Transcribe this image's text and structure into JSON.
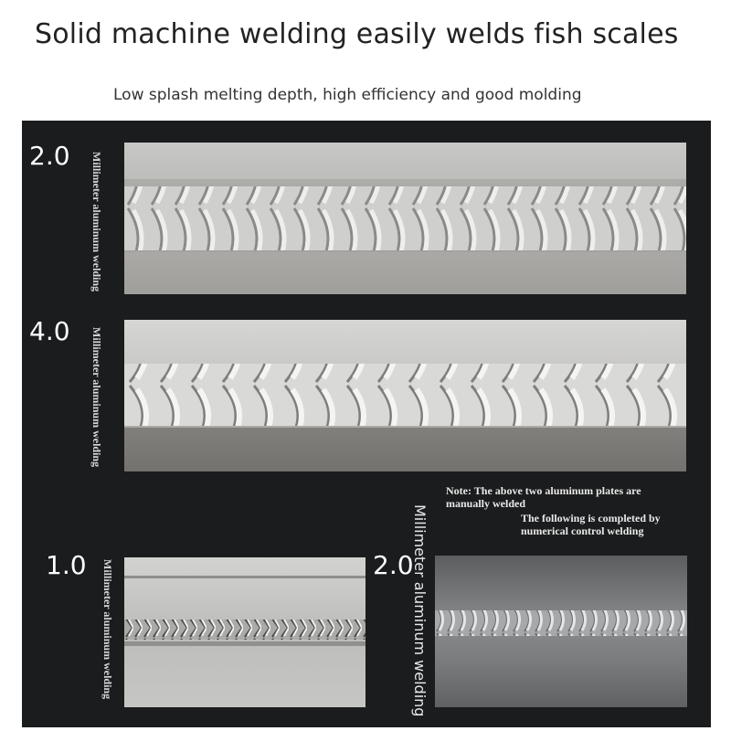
{
  "header": {
    "title": "Solid machine welding easily welds fish scales",
    "subtitle": "Low splash melting depth, high efficiency and good molding"
  },
  "samples": [
    {
      "thickness": "2.0",
      "label": "Millimeter aluminum welding",
      "method": "manual"
    },
    {
      "thickness": "4.0",
      "label": "Millimeter aluminum welding",
      "method": "manual"
    },
    {
      "thickness": "1.0",
      "label": "Millimeter aluminum welding",
      "method": "numerical control"
    },
    {
      "thickness": "2.0",
      "label": "Millimeter aluminum welding",
      "method": "numerical control"
    }
  ],
  "notes": {
    "manual": "Note: The above two aluminum plates are manually welded",
    "cnc": "The following is completed by numerical control welding"
  },
  "colors": {
    "panel_bg": "#1b1c1d",
    "text_light": "#ffffff"
  }
}
